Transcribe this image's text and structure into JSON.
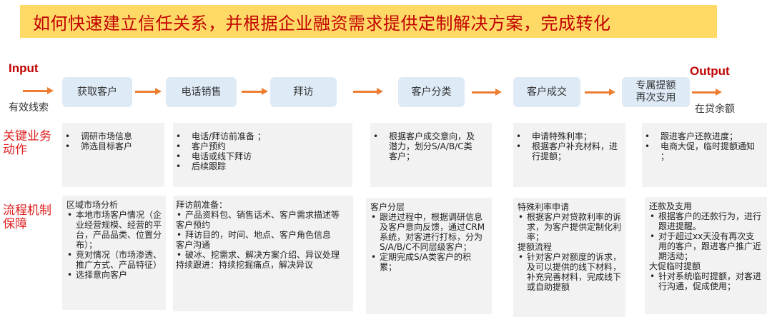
{
  "banner": {
    "title": "如何快速建立信任关系，并根据企业融资需求提供定制解决方案，完成转化",
    "bg_color": "#FFD966",
    "text_color": "#C00000"
  },
  "flow": {
    "input_label": "Input",
    "input_sub": "有效线索",
    "output_label": "Output",
    "output_sub": "在贷余额",
    "arrow_color": "#ED7D31",
    "step_color": "#DEEBF7",
    "steps": [
      {
        "label": "获取客户"
      },
      {
        "label": "电话销售"
      },
      {
        "label": "拜访"
      },
      {
        "label": "客户分类"
      },
      {
        "label": "客户成交"
      },
      {
        "label_line1": "专属提额",
        "label_line2": "再次支用"
      }
    ]
  },
  "rows": {
    "key_actions": {
      "label_line1": "关键业务",
      "label_line2": "动作",
      "cards": [
        {
          "items": [
            "调研市场信息",
            "筛选目标客户"
          ]
        },
        {
          "items": [
            "电话/拜访前准备 ；",
            "客户预约",
            "电话或线下拜访",
            "后续跟踪"
          ]
        },
        {
          "items": [
            "根据客户成交意向，及潜力，划分S/A/B/C类客户；"
          ]
        },
        {
          "items": [
            "申请特殊利率；",
            "根据客户补充材料，进行提额；"
          ]
        },
        {
          "items": [
            "跟进客户还款进度；",
            "电商大促，临时提额通知 ；"
          ]
        }
      ]
    },
    "process_guarantee": {
      "label_line1": "流程机制",
      "label_line2": "保障",
      "cards": [
        {
          "sections": [
            {
              "heading": "区域市场分析",
              "items": [
                "本地市场客户情况（企业经营规模、经营的平台，产品品类、位置分布）；",
                "竞对情况（市场渗透、推广方式、产品特征）",
                "选择意向客户"
              ]
            }
          ]
        },
        {
          "sections": [
            {
              "heading": "拜访前准备：",
              "items": [
                "产品资料包、销售话术、客户需求描述等"
              ]
            },
            {
              "heading": "客户预约",
              "items": [
                "拜访目的，时间、地点、客户角色信息"
              ]
            },
            {
              "heading": "客户沟通",
              "items": [
                "破冰、挖需求、解决方案介绍、异议处理"
              ]
            },
            {
              "heading": "持续跟进：持续挖掘痛点，解决异议",
              "items": []
            }
          ]
        },
        {
          "sections": [
            {
              "heading": "客户分层",
              "items": [
                "跟进过程中，根据调研信息及客户意向反馈，通过CRM系统，对客进行打标，分为S/A/B/C不同层级客户；",
                "定期完成S/A类客户的积累；"
              ]
            }
          ]
        },
        {
          "sections": [
            {
              "heading": "特殊利率申请",
              "items": [
                "根据客户对贷款利率的诉求，为客户提供定制化利率；"
              ]
            },
            {
              "heading": "提额流程",
              "items": [
                "针对客户对额度的诉求，及可以提供的线下材料，补充完善材料，完成线下或自助提额"
              ]
            }
          ]
        },
        {
          "sections": [
            {
              "heading": "还款及支用",
              "items": [
                "根据客户的还款行为，进行跟进提醒。",
                "对于超过xx天没有再次支用的客户，跟进客户推广近期活动；"
              ]
            },
            {
              "heading": "大促临时提额",
              "items": [
                "针对系统临时提额，对客进行沟通，促成使用；"
              ]
            }
          ]
        }
      ]
    }
  }
}
